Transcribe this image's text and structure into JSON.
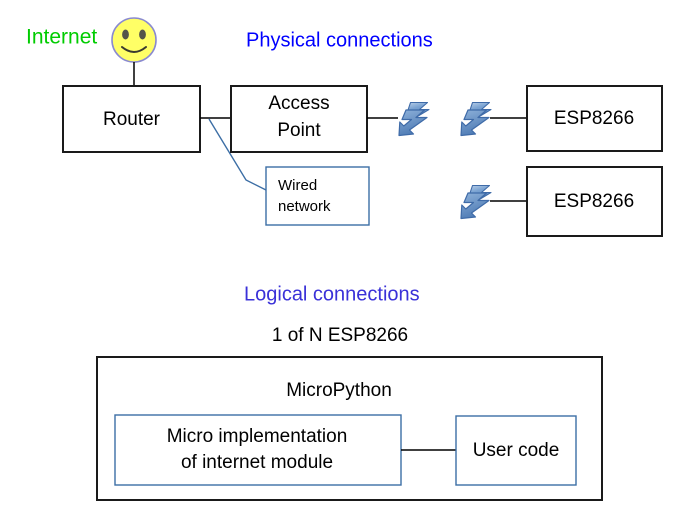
{
  "diagram": {
    "title_internet": "Internet",
    "sections": [
      {
        "key": "physical",
        "label": "Physical connections",
        "color": "#0000ff"
      },
      {
        "key": "logical",
        "label": "Logical connections",
        "color": "#3a31d8"
      }
    ],
    "physical": {
      "heading": "Physical connections",
      "nodes": [
        {
          "name": "internet-label",
          "label": "Internet"
        },
        {
          "name": "router",
          "label": "Router"
        },
        {
          "name": "access-point",
          "label": "Access\nPoint",
          "line1": "Access",
          "line2": "Point"
        },
        {
          "name": "wired-network",
          "label": "Wired network",
          "line1": "Wired",
          "line2": "network"
        },
        {
          "name": "esp8266-top",
          "label": "ESP8266"
        },
        {
          "name": "esp8266-bottom",
          "label": "ESP8266"
        }
      ],
      "wireless_icons": 3,
      "icon_name": "wireless-lightning-icon"
    },
    "logical": {
      "heading": "Logical connections",
      "caption": "1 of N ESP8266",
      "outer_box": "MicroPython",
      "inner_boxes": [
        {
          "name": "micro-implementation",
          "line1": "Micro implementation",
          "line2": "of internet module"
        },
        {
          "name": "user-code",
          "label": "User code"
        }
      ]
    },
    "colors": {
      "internet_green": "#00cc00",
      "physical_blue": "#0000ff",
      "logical_blue": "#3a31d8",
      "box_border_dark": "#1a1a1a",
      "box_border_blue": "#3c6ea5",
      "smiley_fill": "#ffff66",
      "bolt_fill": "#6f9bd1",
      "bolt_stroke": "#3f6ba8"
    }
  }
}
